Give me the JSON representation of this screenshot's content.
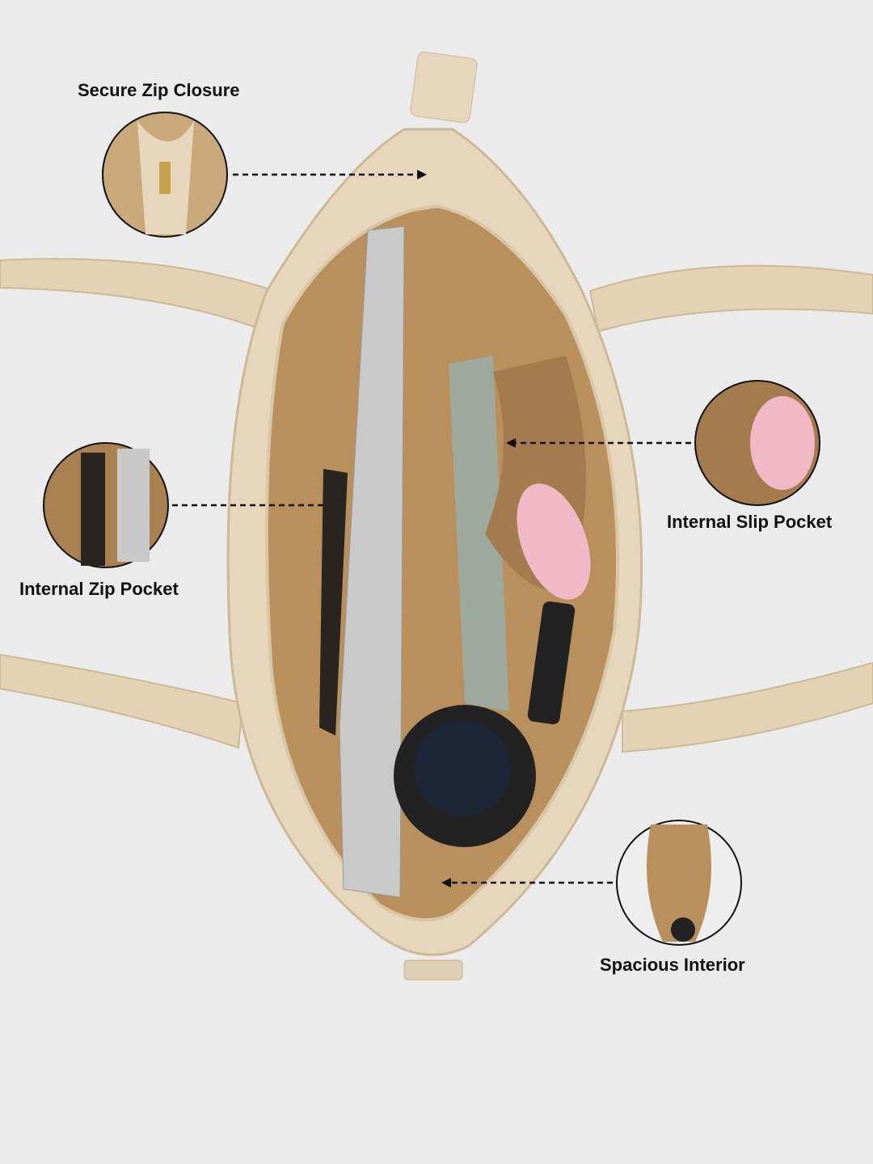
{
  "callouts": [
    {
      "label": "Secure Zip Closure",
      "icon": "zip-closure-detail"
    },
    {
      "label": "Internal Zip Pocket",
      "icon": "zip-pocket-detail"
    },
    {
      "label": "Internal Slip Pocket",
      "icon": "slip-pocket-detail"
    },
    {
      "label": "Spacious Interior",
      "icon": "interior-detail"
    }
  ],
  "colors": {
    "background": "#ebebeb",
    "leather": "#e6d6bb",
    "lining": "#b98f5c",
    "callout_text": "#111111"
  }
}
